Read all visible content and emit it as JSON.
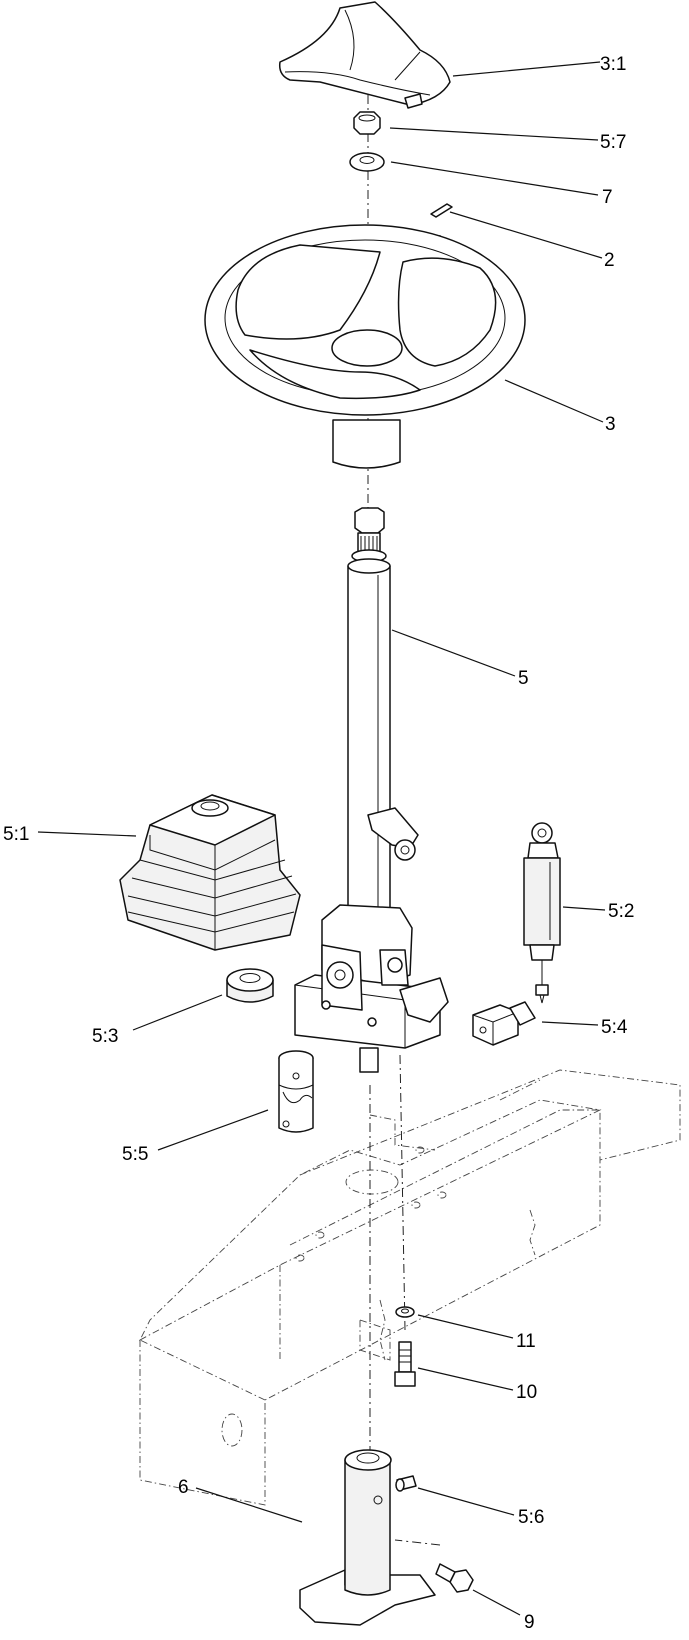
{
  "callouts": {
    "handle_cap": "3:1",
    "nut": "5:7",
    "washer": "7",
    "key": "2",
    "steering_wheel": "3",
    "steering_column": "5",
    "boot": "5:1",
    "gas_spring": "5:2",
    "bushing": "5:3",
    "latch_block": "5:4",
    "u_joint": "5:5",
    "mount_washer": "11",
    "bolt": "10",
    "pin": "5:6",
    "base_bracket": "6",
    "base_bolt": "9"
  }
}
